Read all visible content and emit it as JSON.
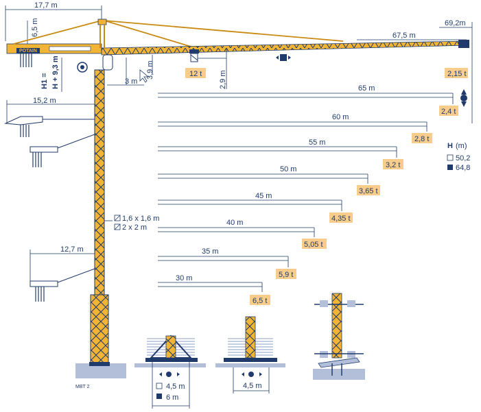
{
  "colors": {
    "steel": "#f1b434",
    "steel_dark": "#c98a12",
    "line": "#1f3a6b",
    "badge": "#f8cd8c",
    "ground": "#b3bfd8"
  },
  "top": {
    "total_jib": "17,7 m",
    "head_height": "6,5 m",
    "max_reach": "69,2m",
    "reach_2": "67,5 m",
    "tip_load": "2,15 t",
    "trolley_load": "12 t",
    "trolley_offset": "2,9 m",
    "cab_drop": "3,9 m",
    "cab_offset": "3 m"
  },
  "height_label": {
    "h1": "H1 =",
    "h2": "H + 9,3 m"
  },
  "h_table": {
    "title": "H",
    "unit": "(m)",
    "row1": "50,2",
    "row2": "64,8"
  },
  "jibs": [
    {
      "len": "65 m",
      "load": "2,4 t"
    },
    {
      "len": "60 m",
      "load": "2,8 t"
    },
    {
      "len": "55 m",
      "load": "3,2 t"
    },
    {
      "len": "50 m",
      "load": "3,65 t"
    },
    {
      "len": "45 m",
      "load": "4,35 t"
    },
    {
      "len": "40 m",
      "load": "5,05 t"
    },
    {
      "len": "35 m",
      "load": "5,9 t"
    },
    {
      "len": "30 m",
      "load": "6,5 t"
    }
  ],
  "left": {
    "tie1": "15,2 m",
    "tie2": "12,7 m"
  },
  "mast": {
    "sec1": "1,6 x 1,6 m",
    "sec2": "2 x 2 m"
  },
  "base": {
    "b1_small": "4,5 m",
    "b1_big": "6 m",
    "b2": "4,5 m",
    "model": "MBT 2"
  },
  "brand": "POTAIN"
}
